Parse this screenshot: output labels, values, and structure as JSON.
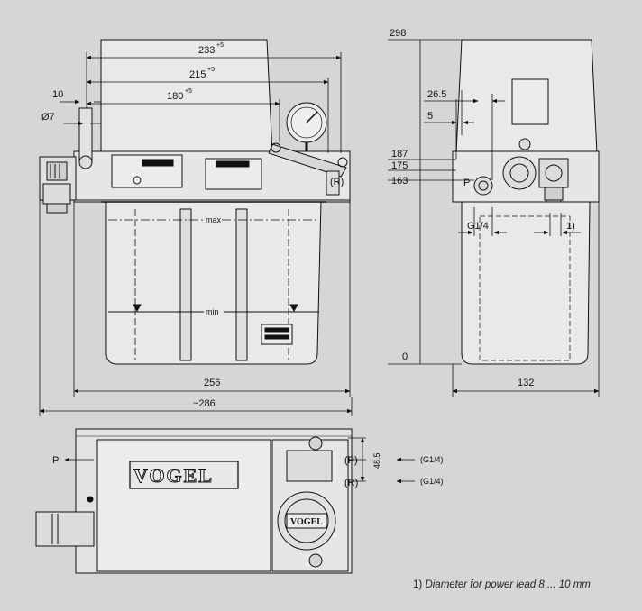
{
  "front_view": {
    "dim_233": "233",
    "dim_233_tol": "+5",
    "dim_215": "215",
    "dim_215_tol": "+5",
    "dim_180": "180",
    "dim_180_tol": "+5",
    "dim_10": "10",
    "dim_d7": "Ø7",
    "dim_256": "256",
    "dim_286": "~286",
    "label_max": "max",
    "label_min": "min",
    "port_r": "(R)"
  },
  "side_view": {
    "dim_298": "298",
    "dim_26_5": "26.5",
    "dim_5": "5",
    "dim_187": "187",
    "dim_175": "175",
    "dim_163": "163",
    "dim_0": "0",
    "dim_g14": "G1/4",
    "dim_note": "1)",
    "dim_132": "132",
    "port_p": "P"
  },
  "top_view": {
    "logo": "VOGEL",
    "logo_small": "VOGEL",
    "arrow_p": "P",
    "port_p": "(P)",
    "port_r": "(R)",
    "dim_48_5": "48.5",
    "thread_p": "(G1/4)",
    "thread_r": "(G1/4)"
  },
  "footnote": {
    "marker": "1)",
    "text": "Diameter for power lead 8 ... 10 mm"
  }
}
